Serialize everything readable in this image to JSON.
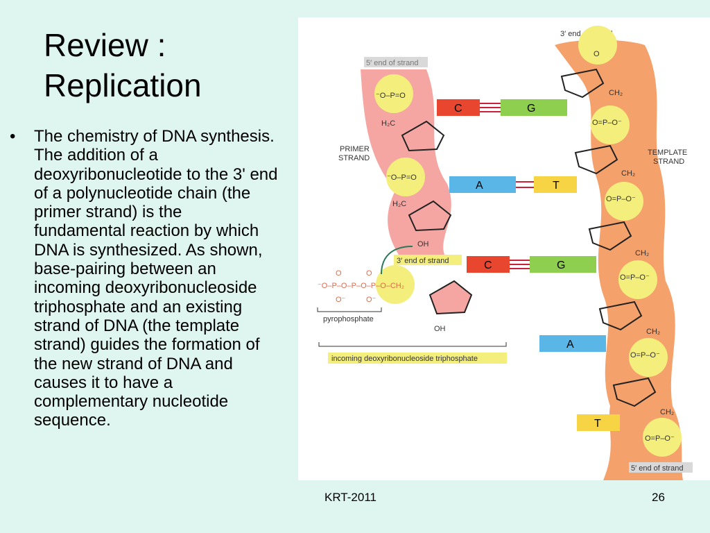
{
  "slide": {
    "title": "Review : Replication",
    "bullet": "The chemistry of DNA synthesis. The addition of a deoxyribonucleotide to the 3' end of a polynucleotide chain (the primer strand) is the fundamental reaction by which DNA is synthesized. As shown, base-pairing between an incoming deoxyribonucleoside triphosphate and an existing strand of DNA (the template strand) guides the formation of the new strand of DNA and causes it to have a complementary nucleotide sequence.",
    "footer_left": "KRT-2011",
    "page_number": "26"
  },
  "diagram": {
    "labels": {
      "three_prime_template": "3′ end of strand",
      "five_prime_primer": "5′ end of strand",
      "primer_strand_1": "PRIMER",
      "primer_strand_2": "STRAND",
      "template_strand_1": "TEMPLATE",
      "template_strand_2": "STRAND",
      "three_prime_primer": "3′ end of strand",
      "pyrophosphate": "pyrophosphate",
      "incoming": "incoming deoxyribonucleoside triphosphate",
      "five_prime_template": "5′ end of strand"
    },
    "chem": {
      "phosphate": "O=P–O⁻",
      "phosphate_left": "⁻O–P=O",
      "o": "O",
      "ch2": "CH₂",
      "h2c": "H₂C",
      "oh": "OH",
      "triphosphate": "⁻O–P–O–P–O–P–O–CH₂",
      "dbl_o": "O",
      "neg_o": "O⁻"
    },
    "pairs": [
      {
        "primer": "C",
        "template": "G"
      },
      {
        "primer": "A",
        "template": "T"
      },
      {
        "primer": "C",
        "template": "G"
      }
    ],
    "unpaired": [
      "A",
      "T"
    ],
    "colors": {
      "primer": "#f6a6a2",
      "template": "#f5a16b",
      "phosphate": "#f4ee7c",
      "base_c": "#e8462e",
      "base_g": "#8fcf4f",
      "base_a": "#5bb6e8",
      "base_t": "#f6d443",
      "hbond": "#cc1f3a"
    }
  }
}
